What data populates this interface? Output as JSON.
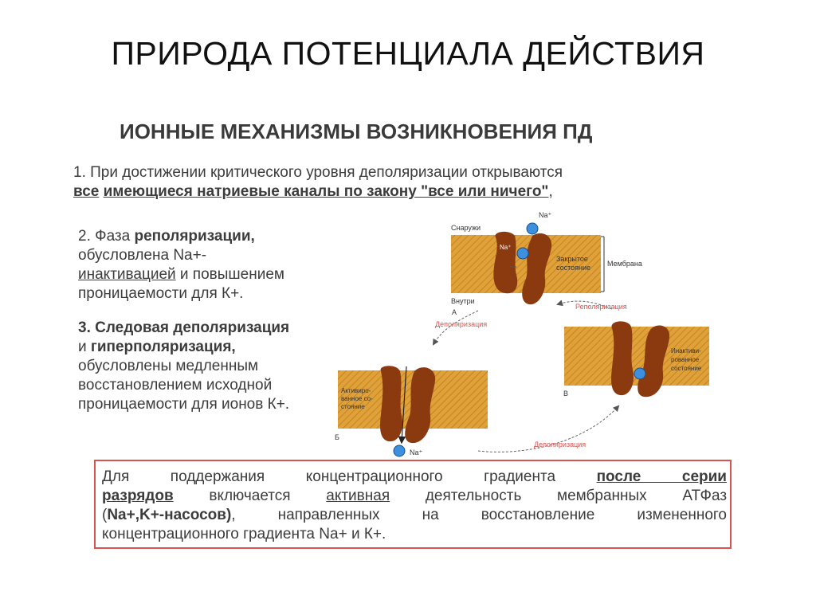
{
  "title": "ПРИРОДА ПОТЕНЦИАЛА ДЕЙСТВИЯ",
  "subtitle": "ИОННЫЕ МЕХАНИЗМЫ ВОЗНИКНОВЕНИЯ ПД",
  "point1": {
    "line1": "1. При достижении критического уровня деполяризации открываются",
    "line2_a": "все",
    "line2_b": "имеющиеся натриевые каналы по закону \"все или ничего\"",
    "line2_c": ","
  },
  "point2": {
    "l1_a": "2. Фаза ",
    "l1_b": "реполяризации,",
    "l2": "обусловлена Na+-",
    "l3_a": "инактивацией",
    "l3_b": " и повышением",
    "l4": "проницаемости для К+."
  },
  "point3": {
    "l1": "3. Следовая деполяризация",
    "l2_a": "и ",
    "l2_b": "гиперполяризация,",
    "l3": "обусловлены медленным",
    "l4": "восстановлением исходной",
    "l5": "проницаемости для ионов К+."
  },
  "diagram": {
    "outside": "Снаружи",
    "inside": "Внутри",
    "membrane": "Мембрана",
    "closed_l1": "Закрытое",
    "closed_l2": "состояние",
    "inactivated_l1": "Инактиви-",
    "inactivated_l2": "рованное",
    "inactivated_l3": "состояние",
    "activated_l1": "Активиро-",
    "activated_l2": "ванное со-",
    "activated_l3": "стояние",
    "na": "Na⁺",
    "depol_1": "Деполяризация",
    "depol_2": "Деполяризация",
    "repol": "Реполяризация",
    "label_a": "А",
    "label_b": "Б",
    "label_v": "В"
  },
  "note": {
    "l1_a": "Для поддержания концентрационного градиента",
    "l1_b": "после серии",
    "l2_a": "разрядов",
    "l2_b": "включается",
    "l2_c": "активная",
    "l2_d": "деятельность мембранных АТФаз",
    "l3_a": "(",
    "l3_b": "Na+,K+-насосов)",
    "l3_c": ", направленных на восстановление измененного",
    "l4": "концентрационного градиента Na+ и К+."
  },
  "colors": {
    "membrane": "#e0a139",
    "channel": "#8b3a10",
    "ion": "#3d8fe0",
    "border": "#d9534f",
    "arrow": "#d9534f"
  }
}
